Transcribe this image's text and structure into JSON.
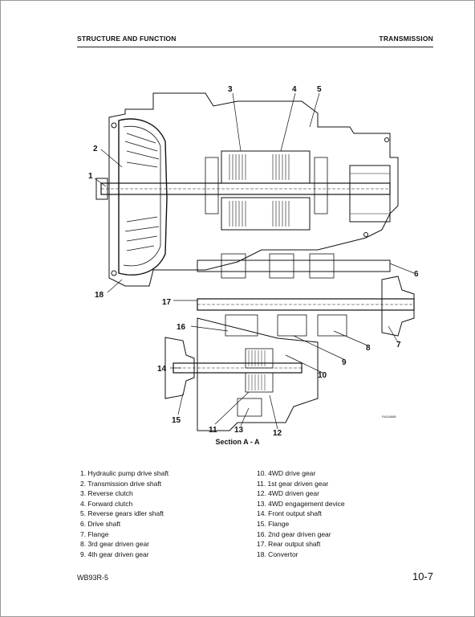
{
  "header": {
    "section": "STRUCTURE AND FUNCTION",
    "chapter": "TRANSMISSION"
  },
  "figure": {
    "caption": "Section A - A",
    "code": "RAD888B",
    "callouts": [
      "1",
      "2",
      "3",
      "4",
      "5",
      "6",
      "7",
      "8",
      "9",
      "10",
      "11",
      "12",
      "13",
      "14",
      "15",
      "16",
      "17",
      "18"
    ]
  },
  "legend": {
    "left": [
      "1. Hydraulic pump drive shaft",
      "2. Transmission drive shaft",
      "3. Reverse clutch",
      "4. Forward clutch",
      "5. Reverse gears idler shaft",
      "6. Drive shaft",
      "7. Flange",
      "8. 3rd gear driven gear",
      "9. 4th gear driven gear"
    ],
    "right": [
      "10. 4WD drive gear",
      "11. 1st gear driven gear",
      "12. 4WD driven gear",
      "13. 4WD engagement device",
      "14. Front output shaft",
      "15. Flange",
      "16. 2nd gear driven gear",
      "17. Rear output shaft",
      "18. Convertor"
    ]
  },
  "footer": {
    "model": "WB93R-5",
    "page": "10-7"
  }
}
